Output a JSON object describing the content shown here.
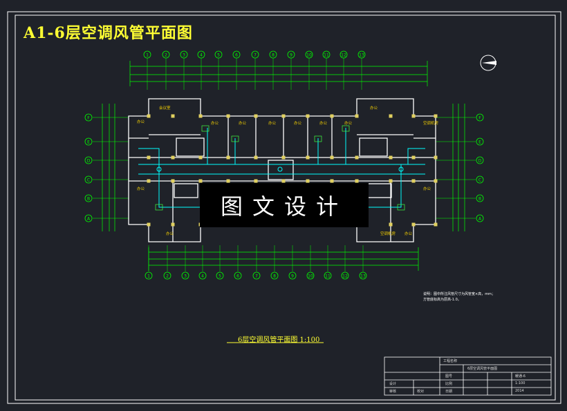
{
  "title": "A1-6层空调风管平面图",
  "watermark": "图文设计",
  "drawing_caption": "6层空调风管平面图 1:100",
  "notes": {
    "line1": "说明：图中所注风管尺寸为风管宽×高，mm；",
    "line2": "方管底标高为层高-1.0。"
  },
  "axis_labels_top": [
    "1",
    "2",
    "3",
    "4",
    "5",
    "6",
    "7",
    "8",
    "9",
    "10",
    "11",
    "12",
    "13"
  ],
  "axis_labels_side": [
    "F",
    "E",
    "D",
    "C",
    "B",
    "A"
  ],
  "room_labels": [
    "会议室",
    "办公",
    "办公",
    "办公",
    "办公",
    "办公",
    "办公",
    "办公",
    "办公",
    "办公",
    "办公",
    "办公",
    "办公",
    "空调机房",
    "空调机房"
  ],
  "title_block": {
    "project_label": "工程名称",
    "drawing_name": "6层空调风管平面图",
    "row_labels": [
      "图号",
      "比例",
      "日期"
    ],
    "sign_labels": [
      "设计",
      "审核",
      "校对"
    ],
    "values": [
      "暖通-6",
      "1:100",
      "2014"
    ]
  },
  "colors": {
    "background": "#1f2229",
    "frame": "#ffffff",
    "walls": "#ffffff",
    "columns": "#e0d060",
    "dimensions": "#00ff00",
    "ducts": "#00ffff",
    "title": "#ffff33",
    "rooms": "#f5d000"
  }
}
